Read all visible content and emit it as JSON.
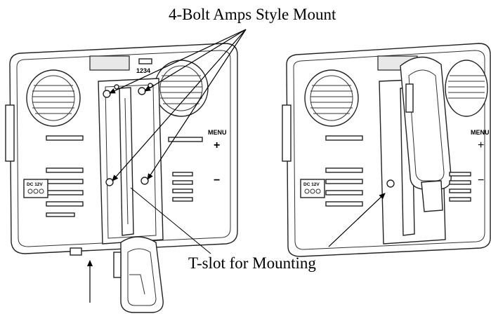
{
  "labels": {
    "mount_title": "4-Bolt Amps Style Mount",
    "tslot": "T-slot for Mounting"
  },
  "device_markings": {
    "dip_switch": "1234",
    "menu": "MENU",
    "plus": "+",
    "minus": "−",
    "power": "DC 12V"
  },
  "colors": {
    "line": "#222222",
    "background": "#ffffff"
  }
}
